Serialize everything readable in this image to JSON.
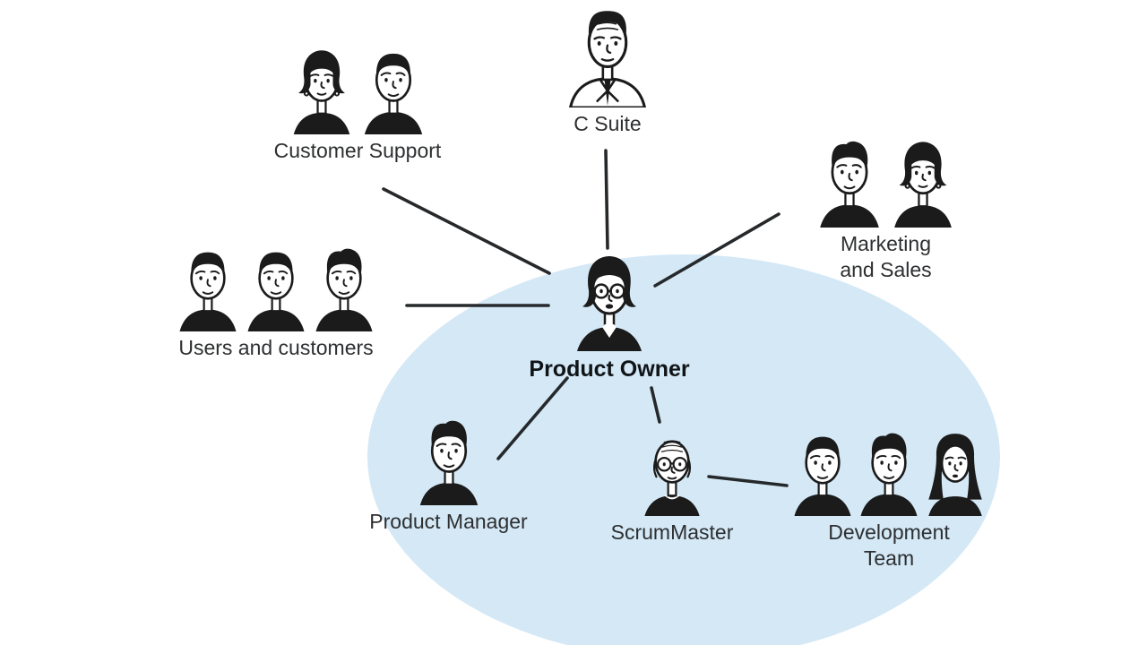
{
  "diagram": {
    "description": "Product Owner stakeholder relationship diagram",
    "colors": {
      "scrum_team_ellipse": "#d4e8f6",
      "line": "#26292b",
      "text": "#2d2f31",
      "ink": "#1b1b1b",
      "background": "#ffffff"
    },
    "nodes": {
      "c_suite": {
        "lines": [
          "C Suite"
        ],
        "people_count": 1,
        "icon": "businessman-suit-tie"
      },
      "customer_support": {
        "lines": [
          "Customer Support"
        ],
        "people_count": 2,
        "icon": "woman-and-man-sketch"
      },
      "users_customers": {
        "lines": [
          "Users and customers"
        ],
        "people_count": 3,
        "icon": "three-men-sketch"
      },
      "marketing_sales": {
        "lines": [
          "Marketing",
          "and Sales"
        ],
        "people_count": 2,
        "icon": "man-and-woman-sketch"
      },
      "product_owner": {
        "lines": [
          "Product Owner"
        ],
        "people_count": 1,
        "icon": "woman-glasses-sketch",
        "emphasis": "bold"
      },
      "product_manager": {
        "lines": [
          "Product Manager"
        ],
        "people_count": 1,
        "icon": "man-sketch"
      },
      "scrummaster": {
        "lines": [
          "ScrumMaster"
        ],
        "people_count": 1,
        "icon": "bald-man-round-glasses-sketch"
      },
      "development_team": {
        "lines": [
          "Development",
          "Team"
        ],
        "people_count": 3,
        "icon": "two-men-one-woman-sketch"
      }
    },
    "edges": [
      {
        "from": "Product Owner",
        "to": "C Suite"
      },
      {
        "from": "Product Owner",
        "to": "Customer Support"
      },
      {
        "from": "Product Owner",
        "to": "Users and customers"
      },
      {
        "from": "Product Owner",
        "to": "Marketing and Sales"
      },
      {
        "from": "Product Owner",
        "to": "Product Manager"
      },
      {
        "from": "Product Owner",
        "to": "ScrumMaster"
      },
      {
        "from": "ScrumMaster",
        "to": "Development Team"
      }
    ],
    "ellipse_contains": [
      "Product Owner",
      "Product Manager",
      "ScrumMaster",
      "Development Team"
    ]
  }
}
